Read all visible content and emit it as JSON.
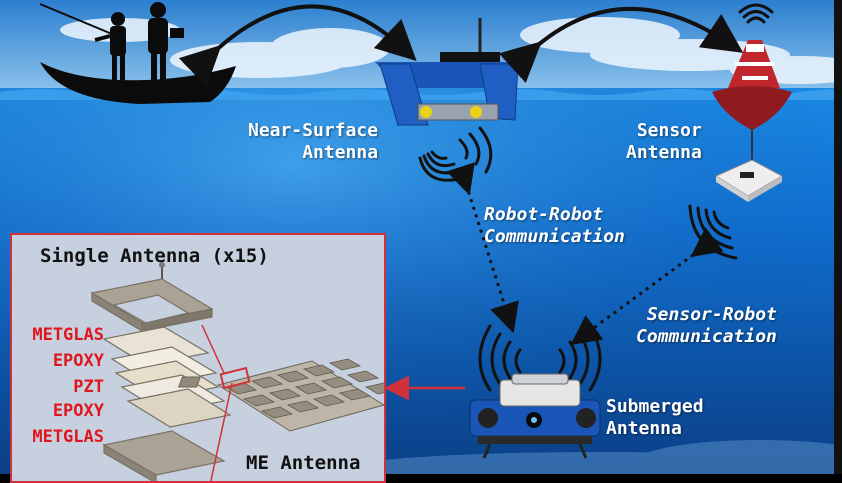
{
  "labels": {
    "near_surface": [
      "Near-Surface",
      "Antenna"
    ],
    "sensor": [
      "Sensor",
      "Antenna"
    ],
    "robot_robot": [
      "Robot-Robot",
      "Communication"
    ],
    "sensor_robot": [
      "Sensor-Robot",
      "Communication"
    ],
    "submerged": [
      "Submerged",
      "Antenna"
    ]
  },
  "inset": {
    "title": "Single Antenna (x15)",
    "layers": [
      "METGLAS",
      "EPOXY",
      "PZT",
      "EPOXY",
      "METGLAS"
    ],
    "array_label": "ME Antenna"
  },
  "colors": {
    "sky_top": "#2b7fd0",
    "water": "#0a6fd6",
    "deep": "#0a3f8a",
    "inset_border": "#d0313a",
    "layer_text": "#e0161f",
    "buoy": "#c0262c",
    "robot_blue": "#1a56b8"
  }
}
